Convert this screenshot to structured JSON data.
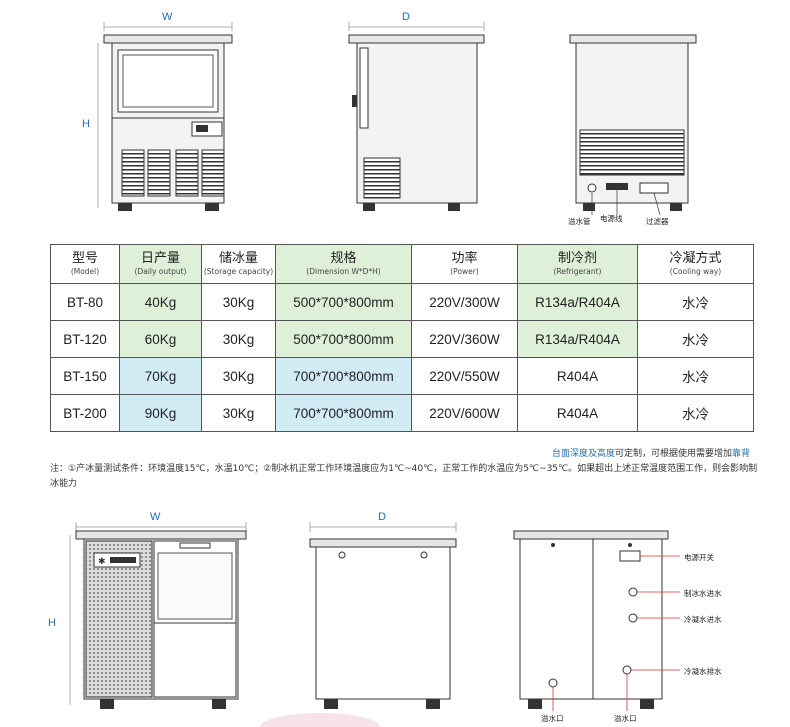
{
  "top_views": {
    "front_dim": "W",
    "side_dim": "D",
    "height_dim": "H",
    "callouts": [
      "溢水管",
      "电源线",
      "过滤器"
    ]
  },
  "table": {
    "headers": [
      {
        "cn": "型号",
        "en": "(Model)"
      },
      {
        "cn": "日产量",
        "en": "(Daily output)"
      },
      {
        "cn": "储冰量",
        "en": "(Storage capacity)"
      },
      {
        "cn": "规格",
        "en": "(Dimension W*D*H)"
      },
      {
        "cn": "功率",
        "en": "(Power)"
      },
      {
        "cn": "制冷剂",
        "en": "(Refrigerant)"
      },
      {
        "cn": "冷凝方式",
        "en": "(Cooling way)"
      }
    ],
    "rows": [
      [
        "BT-80",
        "40Kg",
        "30Kg",
        "500*700*800mm",
        "220V/300W",
        "R134a/R404A",
        "水冷"
      ],
      [
        "BT-120",
        "60Kg",
        "30Kg",
        "500*700*800mm",
        "220V/360W",
        "R134a/R404A",
        "水冷"
      ],
      [
        "BT-150",
        "70Kg",
        "30Kg",
        "700*700*800mm",
        "220V/550W",
        "R404A",
        "水冷"
      ],
      [
        "BT-200",
        "90Kg",
        "30Kg",
        "700*700*800mm",
        "220V/600W",
        "R404A",
        "水冷"
      ]
    ]
  },
  "custom_note": {
    "part1": "台面深度及高度",
    "part2": "可定制，可根据使用需要增加",
    "part3": "靠背"
  },
  "footnote": "注：①产冰量测试条件：环境温度15℃，水温10℃；②制冰机正常工作环境温度应为1℃~40℃，正常工作的水温应为5℃~35℃。如果超出上述正常温度范围工作，则会影响制冰能力",
  "bottom_views": {
    "front_dim": "W",
    "side_dim": "D",
    "height_dim": "H",
    "callouts": [
      "电源开关",
      "制冰水进水",
      "冷凝水进水",
      "冷凝水排水",
      "溢水口",
      "溢水口"
    ]
  },
  "colors": {
    "green_cell": "#dff0d8",
    "blue_cell": "#d2ecf6",
    "dimension_blue": "#1f6fb2"
  }
}
